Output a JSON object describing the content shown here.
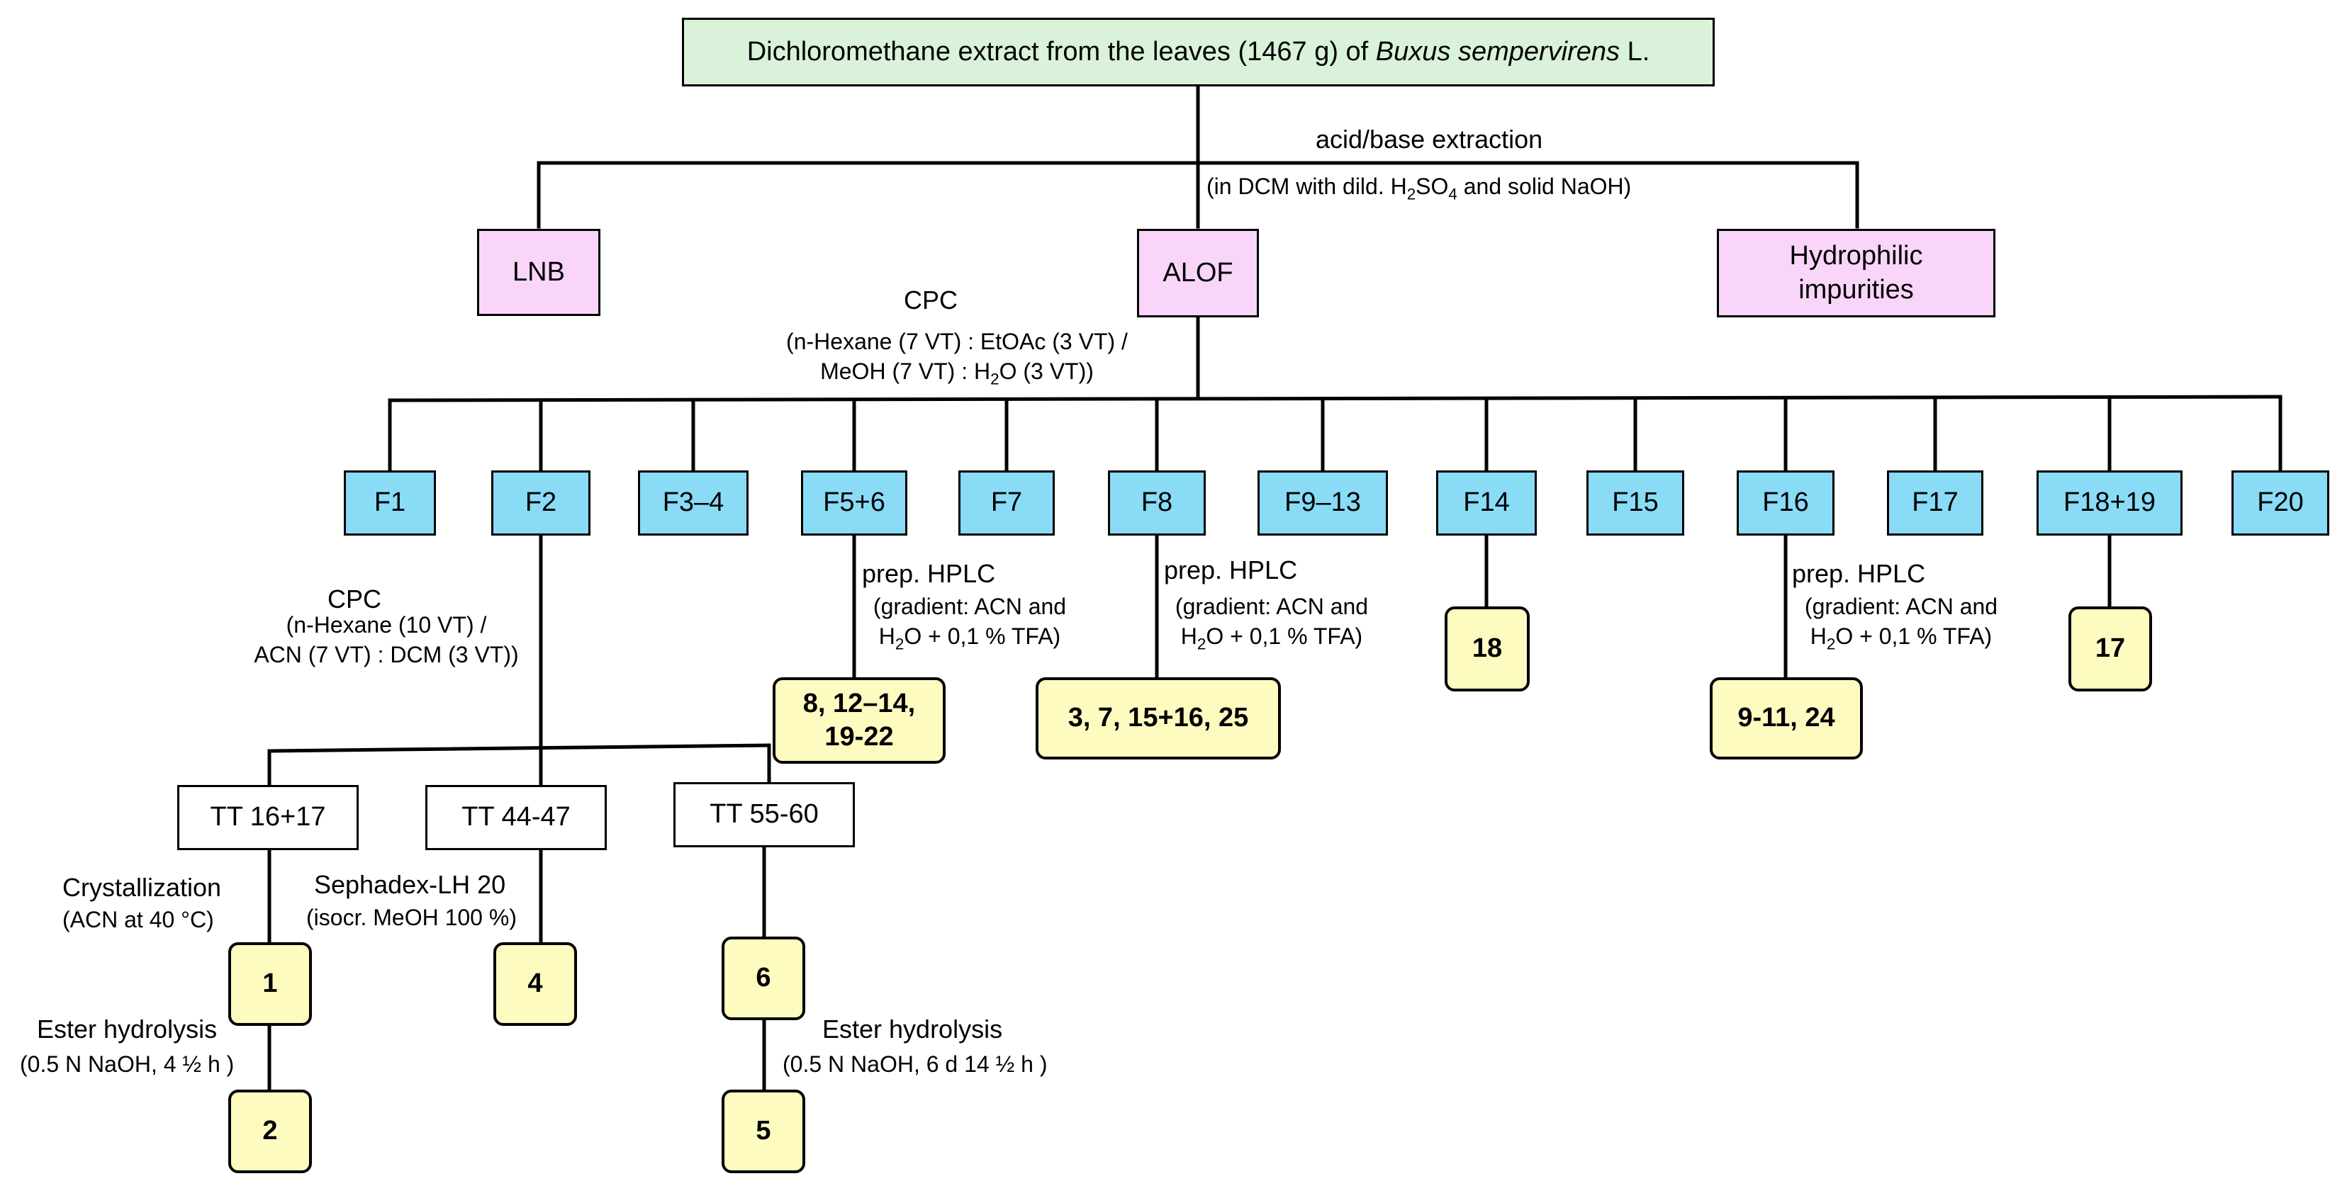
{
  "root": {
    "text_before": "Dichloromethane extract from the leaves (1467 g) of ",
    "species": "Buxus sempervirens",
    "text_after": " L."
  },
  "acid_base": {
    "title": "acid/base extraction",
    "cond_a": "(in DCM with dild. H",
    "sub1": "2",
    "cond_b": "SO",
    "sub2": "4",
    "cond_c": " and solid NaOH)"
  },
  "level1": {
    "lnb": "LNB",
    "alof": "ALOF",
    "hydro_line1": "Hydrophilic",
    "hydro_line2": "impurities"
  },
  "cpc1": {
    "title": "CPC",
    "line1": "(n-Hexane (7 VT) : EtOAc (3 VT) /",
    "line2a": "MeOH (7 VT) : H",
    "line2sub": "2",
    "line2b": "O (3 VT))"
  },
  "fractions": [
    "F1",
    "F2",
    "F3–4",
    "F5+6",
    "F7",
    "F8",
    "F9–13",
    "F14",
    "F15",
    "F16",
    "F17",
    "F18+19",
    "F20"
  ],
  "cpc2": {
    "title": "CPC",
    "line1": "(n-Hexane (10 VT) /",
    "line2": "ACN (7 VT) : DCM (3 VT))"
  },
  "hplc": {
    "title": "prep. HPLC",
    "line1": "(gradient: ACN and",
    "line2a": "H",
    "line2sub": "2",
    "line2b": "O + 0,1 % TFA)"
  },
  "compounds": {
    "f56_line1": "8, 12–14,",
    "f56_line2": "19-22",
    "f8": "3, 7, 15+16, 25",
    "f14": "18",
    "f16": "9-11, 24",
    "f1819": "17",
    "c1": "1",
    "c2": "2",
    "c4": "4",
    "c5": "5",
    "c6": "6"
  },
  "tt": [
    "TT 16+17",
    "TT 44-47",
    "TT 55-60"
  ],
  "cryst": {
    "title": "Crystallization",
    "cond": "(ACN at 40 °C)"
  },
  "sephadex": {
    "title": "Sephadex-LH 20",
    "cond": "(isocr. MeOH 100 %)"
  },
  "hydrolysis1": {
    "title": "Ester hydrolysis",
    "cond": "(0.5 N NaOH, 4 ½ h )"
  },
  "hydrolysis2": {
    "title": "Ester hydrolysis",
    "cond": "(0.5 N NaOH, 6 d 14 ½ h )"
  }
}
